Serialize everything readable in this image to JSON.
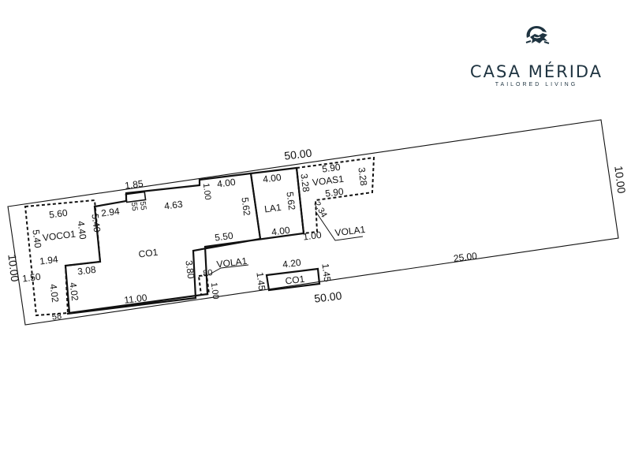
{
  "brand": {
    "name": "CASA MÉRIDA",
    "tagline": "TAILORED LIVING",
    "mark_icon": "lion-crest-icon",
    "color": "#1f3441"
  },
  "plan": {
    "line_color": "#111111",
    "dimensions": {
      "lot_length_top": "50.00",
      "lot_length_bottom": "50.00",
      "lot_width_right": "10.00",
      "lot_width_left": "10.00",
      "rear_yard": "25.00",
      "d_185": "1.85",
      "d_400_top": "4.00",
      "d_100_top": "1.00",
      "d_463": "4.63",
      "d_55_a": "55",
      "d_55_b": "55",
      "d_294": "2.94",
      "d_560": "5.60",
      "d_540_voco": "5.40",
      "d_540_a": "5.40",
      "d_440": "4.40",
      "d_194": "1.94",
      "d_150": "1.50",
      "d_308": "3.08",
      "d_402_a": "4.02",
      "d_402_b": "4.02",
      "d_58": "58",
      "d_1100": "11.00",
      "d_550": "5.50",
      "d_562_a": "5.62",
      "d_400_la": "4.00",
      "d_400_la_bottom": "4.00",
      "d_562_b": "5.62",
      "d_328_a": "3.28",
      "d_590_top": "5.90",
      "d_590_bottom": "5.90",
      "d_328_b": "3.28",
      "d_234": "2.34",
      "d_100_vola": "1.00",
      "d_380": "3.80",
      "d_80": ".80",
      "d_100_b": "1.00",
      "d_420": "4.20",
      "d_145_a": "1.45",
      "d_145_b": "1.45"
    },
    "zones": {
      "co1_main": "CO1",
      "co1_small": "CO1",
      "la1": "LA1",
      "voco1": "VOCO1",
      "voas1": "VOAS1",
      "vola1_upper": "VOLA1",
      "vola1_lower": "VOLA1"
    }
  }
}
